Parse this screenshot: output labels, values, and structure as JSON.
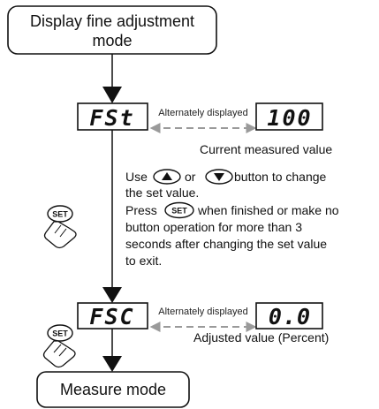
{
  "start_box": {
    "line1": "Display fine adjustment",
    "line2": "mode"
  },
  "displays": {
    "fst_code": "FSt",
    "current_value": "100",
    "fsc_code": "FSC",
    "adjusted_value": "0.0"
  },
  "alternate_label_1": "Alternately displayed",
  "alternate_label_2": "Alternately displayed",
  "current_measured_label": "Current measured value",
  "instructions": {
    "line1_use": "Use",
    "line1_or": "or",
    "line1_rest": "button to change",
    "line2": "the set value.",
    "line3_press": "Press",
    "line3_rest": "when finished or make no",
    "line4": "button operation for more than 3",
    "line5": "seconds after changing the set value",
    "line6": "to exit."
  },
  "adjusted_label": "Adjusted value (Percent)",
  "end_box": {
    "label": "Measure mode"
  },
  "set_label": "SET",
  "icons": {
    "up_button": "up-triangle-button-icon",
    "down_button": "down-triangle-button-icon",
    "set_button": "set-button-icon",
    "hand": "hand-pressing-icon"
  }
}
